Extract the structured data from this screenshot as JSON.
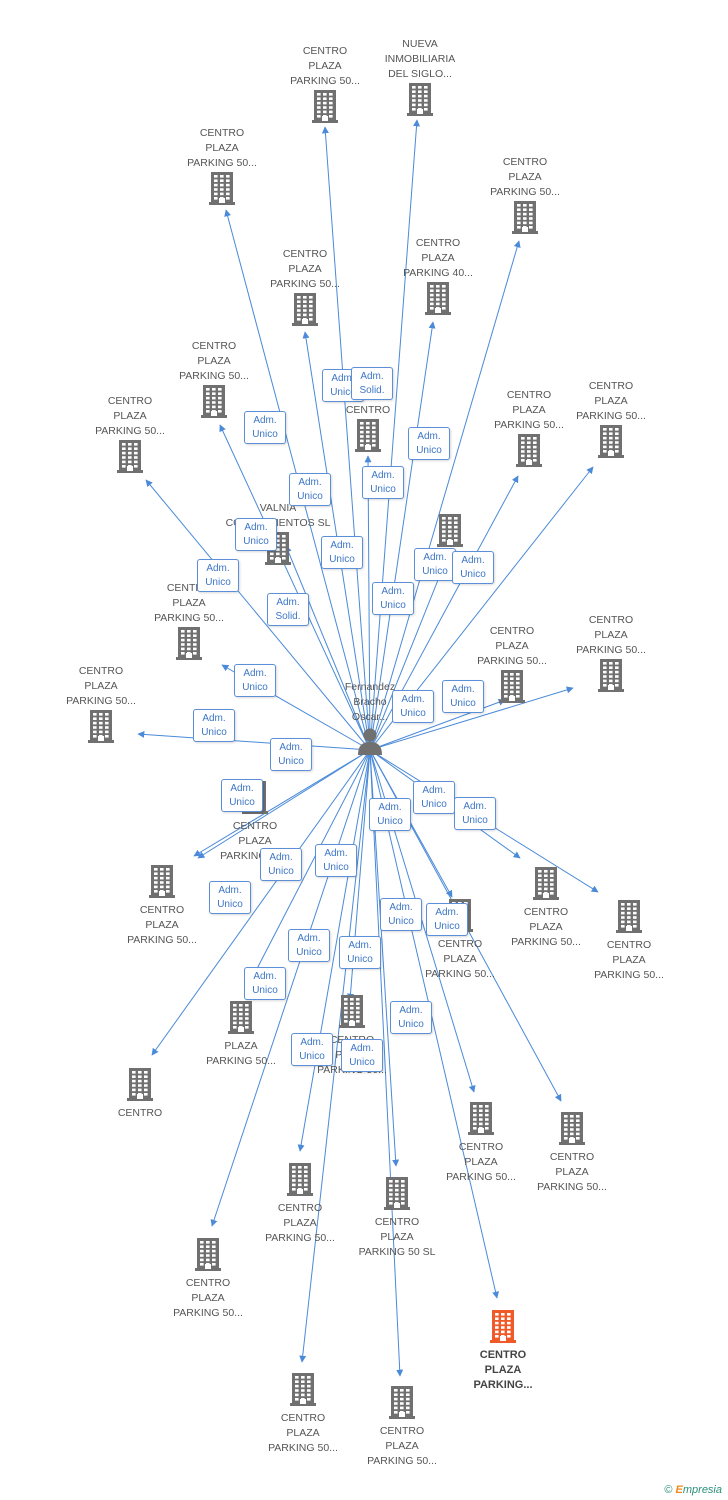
{
  "colors": {
    "edge": "#4a8ad8",
    "icon": "#707070",
    "highlight": "#f05a28",
    "badge_border": "#5b8fd8",
    "badge_text": "#3d76c6"
  },
  "center": {
    "label": "Fernandez\nBracho\nOscar...",
    "icon": "person-icon"
  },
  "companies": [
    {
      "id": "c1",
      "label": "CENTRO\nPLAZA\nPARKING 50...",
      "icon": "building-icon"
    },
    {
      "id": "c2",
      "label": "NUEVA\nINMOBILIARIA\nDEL SIGLO...",
      "icon": "building-icon"
    },
    {
      "id": "c3",
      "label": "CENTRO\nPLAZA\nPARKING 50...",
      "icon": "building-icon"
    },
    {
      "id": "c4",
      "label": "CENTRO\nPLAZA\nPARKING 50...",
      "icon": "building-icon"
    },
    {
      "id": "c5",
      "label": "CENTRO\nPLAZA\nPARKING 50...",
      "icon": "building-icon"
    },
    {
      "id": "c6",
      "label": "CENTRO\nPLAZA\nPARKING 40...",
      "icon": "building-icon"
    },
    {
      "id": "c7",
      "label": "CENTRO\nPLAZA\nPARKING 50...",
      "icon": "building-icon"
    },
    {
      "id": "c8",
      "label": "CENTRO\nPLAZA\nPARKING 50...",
      "icon": "building-icon"
    },
    {
      "id": "c9",
      "label": "CENTRO\nPLAZA\nPARKING 50...",
      "icon": "building-icon"
    },
    {
      "id": "c10",
      "label": "CENTRO\nPLAZA\nPARKING 50...",
      "icon": "building-icon"
    },
    {
      "id": "c11",
      "label": "CENTRO",
      "icon": "building-icon"
    },
    {
      "id": "c12",
      "label": "PLAZA\nPARKING 50...",
      "icon": "building-icon"
    },
    {
      "id": "c13",
      "label": "VALNIA\nCOMPLEMENTOS SL",
      "icon": "building-icon"
    },
    {
      "id": "c14",
      "label": "CENTRO\nPLAZA\nPARKING 50...",
      "icon": "building-icon"
    },
    {
      "id": "c15",
      "label": "CENTRO\nPLAZA\nPARKING 50...",
      "icon": "building-icon"
    },
    {
      "id": "c16",
      "label": "CENTRO\nPLAZA\nPARKING 50...",
      "icon": "building-icon"
    },
    {
      "id": "c17",
      "label": "CENTRO\nPLAZA\nPARKING 50...",
      "icon": "building-icon"
    },
    {
      "id": "c18",
      "label": "CENTRO\nPLAZA\nPARKING 50...",
      "icon": "building-icon"
    },
    {
      "id": "c19",
      "label": "CENTRO\nPLAZA\nPARKING 50...",
      "icon": "building-icon"
    },
    {
      "id": "c20",
      "label": "CENTRO\nPLAZA\nPARKING 50...",
      "icon": "building-icon"
    },
    {
      "id": "c21",
      "label": "CENTRO\nPLAZA\nPARKING 50...",
      "icon": "building-icon"
    },
    {
      "id": "c22",
      "label": "CENTRO\nPLAZA\nPARKING 50...",
      "icon": "building-icon"
    },
    {
      "id": "c23",
      "label": "PLAZA\nPARKING 50...",
      "icon": "building-icon"
    },
    {
      "id": "c24",
      "label": "CENTRO\nPLAZA\nPARKING 50...",
      "icon": "building-icon"
    },
    {
      "id": "c25",
      "label": "CENTRO",
      "icon": "building-icon"
    },
    {
      "id": "c26",
      "label": "CENTRO\nPLAZA\nPARKING 50...",
      "icon": "building-icon"
    },
    {
      "id": "c27",
      "label": "CENTRO\nPLAZA\nPARKING 50...",
      "icon": "building-icon"
    },
    {
      "id": "c28",
      "label": "CENTRO\nPLAZA\nPARKING 50...",
      "icon": "building-icon"
    },
    {
      "id": "c29",
      "label": "CENTRO\nPLAZA\nPARKING 50 SL",
      "icon": "building-icon"
    },
    {
      "id": "c30",
      "label": "CENTRO\nPLAZA\nPARKING 50...",
      "icon": "building-icon"
    },
    {
      "id": "c31",
      "label": "CENTRO\nPLAZA\nPARKING...",
      "icon": "building-icon",
      "highlight": true
    },
    {
      "id": "c32",
      "label": "CENTRO\nPLAZA\nPARKING 50...",
      "icon": "building-icon"
    },
    {
      "id": "c33",
      "label": "CENTRO\nPLAZA\nPARKING 50...",
      "icon": "building-icon"
    }
  ],
  "roles": [
    {
      "text": "Adm.\nUnico"
    },
    {
      "text": "Adm.\nSolid."
    },
    {
      "text": "Adm.\nUnico"
    },
    {
      "text": "Adm.\nUnico"
    },
    {
      "text": "Adm.\nUnico"
    },
    {
      "text": "Adm.\nUnico"
    },
    {
      "text": "Adm.\nUnico"
    },
    {
      "text": "Adm.\nUnico"
    },
    {
      "text": "Adm.\nUnico"
    },
    {
      "text": "Adm.\nUnico"
    },
    {
      "text": "Adm.\nSolid."
    },
    {
      "text": "Adm.\nUnico"
    },
    {
      "text": "Adm.\nUnico"
    },
    {
      "text": "Adm.\nUnico"
    },
    {
      "text": "Adm.\nUnico"
    },
    {
      "text": "Adm.\nUnico"
    },
    {
      "text": "Adm.\nUnico"
    },
    {
      "text": "Adm.\nUnico"
    },
    {
      "text": "Adm.\nUnico"
    },
    {
      "text": "Adm.\nUnico"
    },
    {
      "text": "Adm.\nUnico"
    },
    {
      "text": "Adm.\nUnico"
    },
    {
      "text": "Adm.\nUnico"
    },
    {
      "text": "Adm.\nUnico"
    },
    {
      "text": "Adm.\nUnico"
    },
    {
      "text": "Adm.\nUnico"
    },
    {
      "text": "Adm.\nUnico"
    },
    {
      "text": "Adm.\nUnico"
    },
    {
      "text": "Adm.\nUnico"
    },
    {
      "text": "Adm.\nUnico"
    },
    {
      "text": "Adm.\nUnico"
    },
    {
      "text": "Adm.\nUnico"
    },
    {
      "text": "Adm.\nUnico"
    }
  ],
  "brand": {
    "copyright": "©",
    "first": "E",
    "rest": "mpresia"
  }
}
